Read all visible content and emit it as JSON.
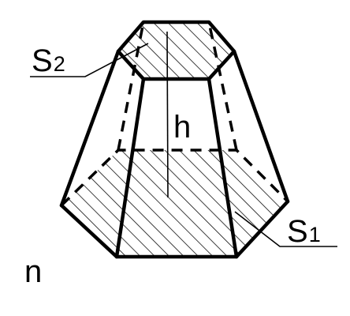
{
  "labels": {
    "upper_base": "S",
    "upper_base_sub": "2",
    "lower_base": "S",
    "lower_base_sub": "1",
    "height": "h",
    "corner": "n"
  }
}
